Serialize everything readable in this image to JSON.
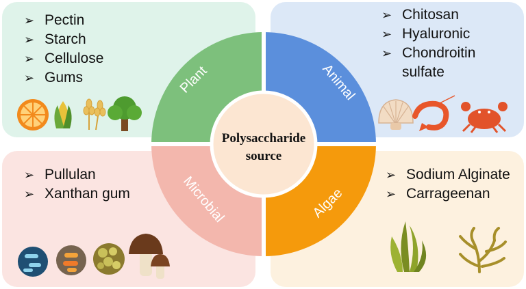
{
  "center": {
    "line1": "Polysaccharide",
    "line2": "source"
  },
  "segments": {
    "plant": {
      "label": "Plant",
      "color": "#7dc07c"
    },
    "animal": {
      "label": "Animal",
      "color": "#5b8fdc"
    },
    "microbial": {
      "label": "Microbial",
      "color": "#f3b7ad"
    },
    "algae": {
      "label": "Algae",
      "color": "#f59a0c"
    }
  },
  "plant": {
    "items": [
      "Pectin",
      "Starch",
      "Cellulose",
      "Gums"
    ],
    "icons": [
      "orange-slice-icon",
      "corn-icon",
      "wheat-icon",
      "tree-icon"
    ]
  },
  "animal": {
    "items": [
      "Chitosan",
      "Hyaluronic",
      "Chondroitin",
      "sulfate"
    ],
    "icons": [
      "seashell-icon",
      "shrimp-icon",
      "crab-icon"
    ]
  },
  "microbial": {
    "items": [
      "Pullulan",
      "Xanthan gum"
    ],
    "icons": [
      "bacteria-icon",
      "capsule-bacteria-icon",
      "yeast-cells-icon",
      "mushroom-icon"
    ]
  },
  "algae": {
    "items": [
      "Sodium Alginate",
      "Carrageenan"
    ],
    "icons": [
      "kelp-icon",
      "red-seaweed-icon"
    ]
  },
  "bullet": "➢"
}
